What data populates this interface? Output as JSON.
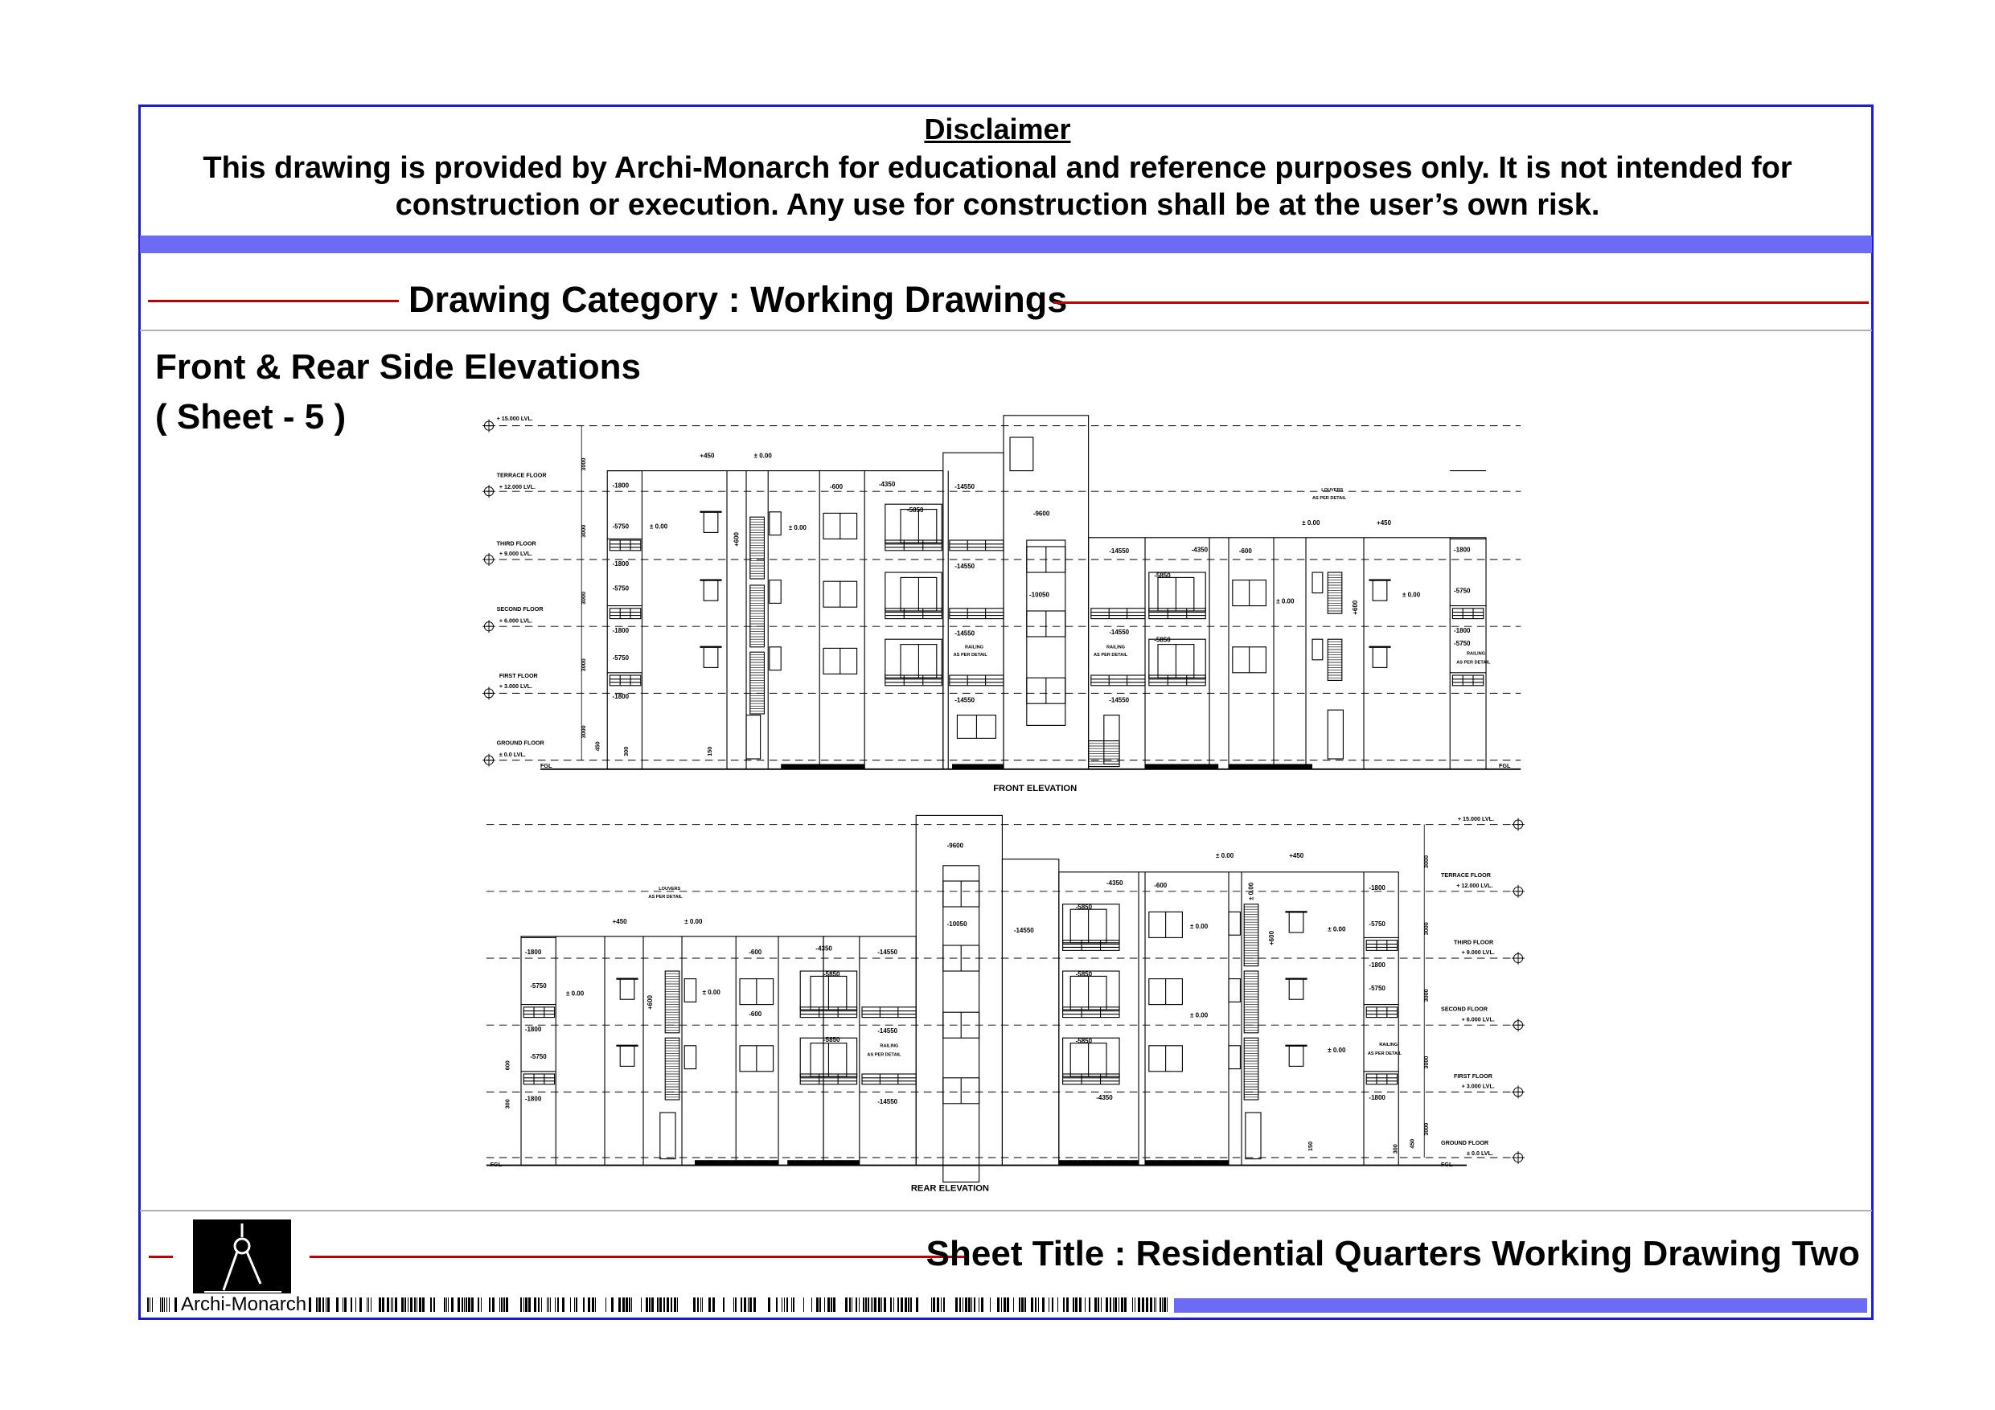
{
  "disclaimer": {
    "title": "Disclaimer",
    "line1": "This drawing is provided by Archi-Monarch for educational and reference purposes only. It is not intended for",
    "line2": "construction or execution. Any use for construction shall be at the user’s own risk."
  },
  "category": "Drawing Category : Working Drawings",
  "section_title": "Front & Rear Side Elevations",
  "sheet_no": "( Sheet - 5 )",
  "sheet_title": "Sheet Title : Residential Quarters Working Drawing Two",
  "brand": "Archi-Monarch",
  "colors": {
    "frame": "#1c1cd0",
    "bar": "#6b6bf5",
    "red": "#c00000"
  },
  "front": {
    "title": "FRONT ELEVATION",
    "labels": [
      "+ 15.000 LVL.",
      "TERRACE FLOOR",
      "+ 12.000 LVL.",
      "THIRD FLOOR",
      "+ 9.000 LVL.",
      "SECOND  FLOOR",
      "+ 6.000 LVL.",
      "FIRST FLOOR",
      "+ 3.000 LVL.",
      "GROUND FLOOR",
      "± 0.0 LVL.",
      "FGL",
      "FGL",
      "3000",
      "3000",
      "3000",
      "3000",
      "3000",
      "450",
      "300",
      "150",
      "-1800",
      "-5750",
      "-1800",
      "-5750",
      "-1800",
      "-5750",
      "-1800",
      "± 0.00",
      "+450",
      "± 0.00",
      "+600",
      "± 0.00",
      "-600",
      "-4350",
      "-5850",
      "-14550",
      "-14550",
      "-14550",
      "-14550",
      "RAILING",
      "AS PER DETAIL",
      "-9600",
      "-10050",
      "-14550",
      "-14550",
      "-14550",
      "RAILING",
      "AS PER DETAIL",
      "-5850",
      "-5850",
      "-4350",
      "-600",
      "LOUVERS",
      "AS PER DETAIL",
      "± 0.00",
      "+450",
      "± 0.00",
      "+600",
      "± 0.00",
      "-1800",
      "-5750",
      "-1800",
      "-5750",
      "RAILING",
      "AS PER DETAIL"
    ]
  },
  "rear": {
    "title": "REAR ELEVATION",
    "labels": [
      "+ 15.000 LVL.",
      "TERRACE FLOOR",
      "+ 12.000 LVL.",
      "THIRD FLOOR",
      "+ 9.000 LVL.",
      "SECOND  FLOOR",
      "+ 6.000 LVL.",
      "FIRST FLOOR",
      "+ 3.000 LVL.",
      "GROUND FLOOR",
      "± 0.0 LVL.",
      "FGL",
      "FGL",
      "3000",
      "3000",
      "3000",
      "3000",
      "3000",
      "-9600",
      "-10050",
      "-14550",
      "-4350",
      "-600",
      "± 0.00",
      "+450",
      "± 0.00",
      "+600",
      "± 0.00",
      "± 0.00",
      "± 0.00",
      "± 0.00",
      "-1800",
      "-5750",
      "-1800",
      "-5750",
      "-1800",
      "RAILING",
      "AS PER DETAIL",
      "-5850",
      "-5850",
      "-5850",
      "-4350",
      "LOUVERS",
      "AS PER DETAIL",
      "+450",
      "± 0.00",
      "+600",
      "± 0.00",
      "± 0.00",
      "-1800",
      "-5750",
      "-1800",
      "-5750",
      "-1800",
      "-600",
      "-600",
      "-4350",
      "-5850",
      "-5850",
      "-14550",
      "-14550",
      "-14550",
      "RAILING",
      "AS PER DETAIL",
      "600",
      "300",
      "150",
      "300",
      "450"
    ]
  }
}
